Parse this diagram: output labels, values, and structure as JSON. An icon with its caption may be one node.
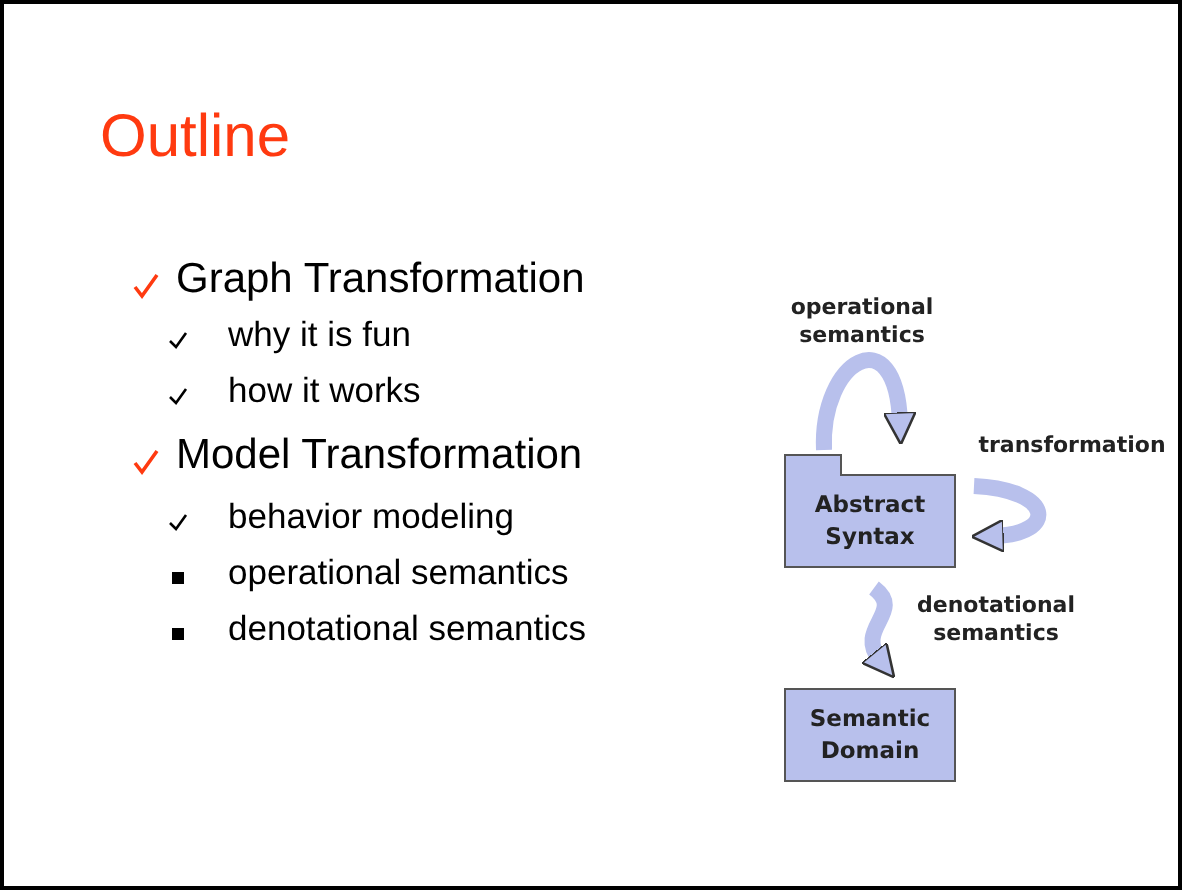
{
  "diagram": {
    "title": "Outline",
    "nodes": [
      {
        "text": [
          "Abstract Syntax"
        ]
      },
      {
        "text": [
          "Semantic Domain"
        ]
      }
    ],
    "edges": [
      {
        "from": 0,
        "to": 0,
        "label": "operational semantics",
        "arrow": "to"
      },
      {
        "from": 0,
        "to": 0,
        "label": "transformation",
        "arrow": "to"
      },
      {
        "from": 0,
        "to": 1,
        "label": "denotational semantics",
        "arrow": "to"
      }
    ],
    "labels": [
      "Graph Transformation",
      "why it is fun",
      "how it works",
      "Model Transformation",
      "behavior modeling",
      "operational semantics",
      "denotational semantics"
    ]
  }
}
